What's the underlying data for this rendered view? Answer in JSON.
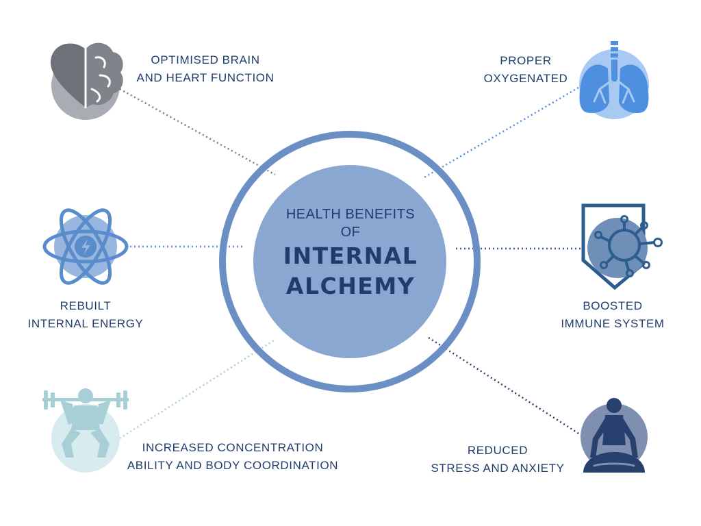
{
  "center": {
    "line1": "HEALTH BENEFITS",
    "line2": "OF",
    "line3": "INTERNAL",
    "line4": "ALCHEMY"
  },
  "benefits": [
    {
      "id": "brain-heart",
      "line1": "OPTIMISED BRAIN",
      "line2": "AND HEART FUNCTION",
      "icon": "brain-heart-icon"
    },
    {
      "id": "oxygen",
      "line1": "PROPER",
      "line2": "OXYGENATED",
      "icon": "lungs-icon"
    },
    {
      "id": "energy",
      "line1": "REBUILT",
      "line2": "INTERNAL ENERGY",
      "icon": "atom-icon"
    },
    {
      "id": "immune",
      "line1": "BOOSTED",
      "line2": "IMMUNE SYSTEM",
      "icon": "shield-virus-icon"
    },
    {
      "id": "concentration",
      "line1": "INCREASED CONCENTRATION",
      "line2": "ABILITY AND BODY COORDINATION",
      "icon": "weightlifter-icon"
    },
    {
      "id": "stress",
      "line1": "REDUCED",
      "line2": "STRESS AND ANXIETY",
      "icon": "meditation-icon"
    }
  ],
  "colors": {
    "ring": "#6b8fc4",
    "center_fill": "#8aa7d2",
    "text": "#1f3c6b",
    "brain_heart": "#6d7178",
    "lungs": "#4f8fe0",
    "atom": "#5a8ccc",
    "shield": "#2d5c8e",
    "weightlifter": "#a9cfd6",
    "meditation": "#28406e"
  }
}
